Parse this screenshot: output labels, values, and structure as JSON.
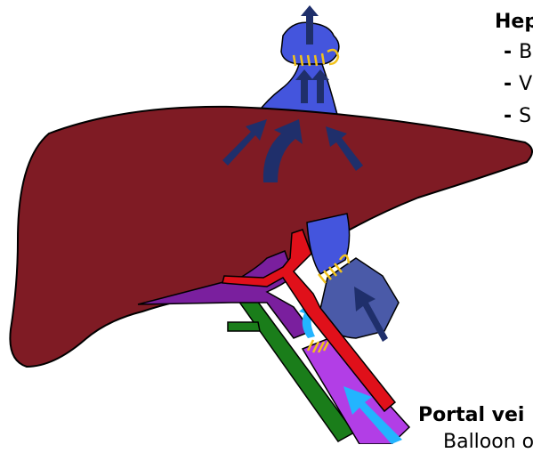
{
  "hepatic_label": {
    "heading": "Hep",
    "items": [
      {
        "marker": "-",
        "text": "B"
      },
      {
        "marker": "-",
        "text": "V"
      },
      {
        "marker": "-",
        "text": "S"
      }
    ]
  },
  "portal_label": {
    "heading": "Portal vei",
    "subtext": "Balloon o"
  },
  "colors": {
    "liver": "#7f1b24",
    "hepatic_vein": "#4455dd",
    "ivc_lower": "#4a5aa8",
    "artery": "#e0101a",
    "portal_vein": "#7a1f9e",
    "portal_vein_light": "#b23ee6",
    "bile_duct": "#1a7d1a",
    "arrow_dark": "#1f2f6b",
    "arrow_light": "#23b4ff",
    "suture": "#f2c21b"
  }
}
